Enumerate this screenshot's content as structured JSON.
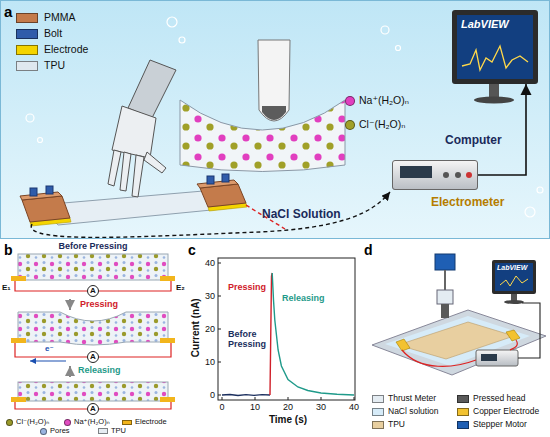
{
  "diagram": {
    "nodes": [
      {
        "text": [
          "LabVIEW",
          "Computer"
        ]
      },
      {
        "text": [
          "Electrometer"
        ]
      },
      {
        "text": [
          "A"
        ]
      },
      {
        "text": [
          "A"
        ]
      },
      {
        "text": [
          "A"
        ]
      },
      {
        "text": [
          "LabVIEW"
        ]
      }
    ],
    "edges": [
      {
        "from": 1,
        "to": 0,
        "arrow": "to"
      }
    ],
    "labels": [
      "a",
      "NaCl Solution",
      "b",
      "Before Pressing",
      "E₁",
      "E₂",
      "Pressing",
      "e⁻",
      "Releasing",
      "c",
      "Current (nA)",
      "Time (s)",
      "0",
      "10",
      "20",
      "30",
      "40",
      "0",
      "10",
      "20",
      "30",
      "40",
      "Pressing",
      "Releasing",
      "Before Pressing",
      "d"
    ],
    "legend": [
      {
        "text": "PMMA",
        "color": "#c47b4b"
      },
      {
        "text": "Bolt",
        "color": "#2f5caa"
      },
      {
        "text": "Electrode",
        "color": "#f4d400"
      },
      {
        "text": "TPU",
        "color": "#dfe8ef"
      },
      {
        "text": "Na⁺(H₂O)ₙ",
        "color": "#e13fbf"
      },
      {
        "text": "Cl⁻(H₂O)ₙ",
        "color": "#a0a028"
      },
      {
        "text": "Cl⁻(H₂O)ₙ",
        "color": "#9a9a2a"
      },
      {
        "text": "Na⁺(H₂O)ₙ",
        "color": "#e04cc0"
      },
      {
        "text": "Electrode",
        "color": "#f2b51c"
      },
      {
        "text": "Pores",
        "color": "#9ab4e0"
      },
      {
        "text": "TPU",
        "color": "#e6edf3"
      },
      {
        "text": "Thrust Meter",
        "color": "#e4ecf2"
      },
      {
        "text": "Pressed head",
        "color": "#5a5a5a"
      },
      {
        "text": "NaCl solution",
        "color": "#d6ebf8"
      },
      {
        "text": "Copper Electrode",
        "color": "#f2c230"
      },
      {
        "text": "TPU",
        "color": "#e8cfa0"
      },
      {
        "text": "Stepper Motor",
        "color": "#1f5fb4"
      }
    ]
  }
}
